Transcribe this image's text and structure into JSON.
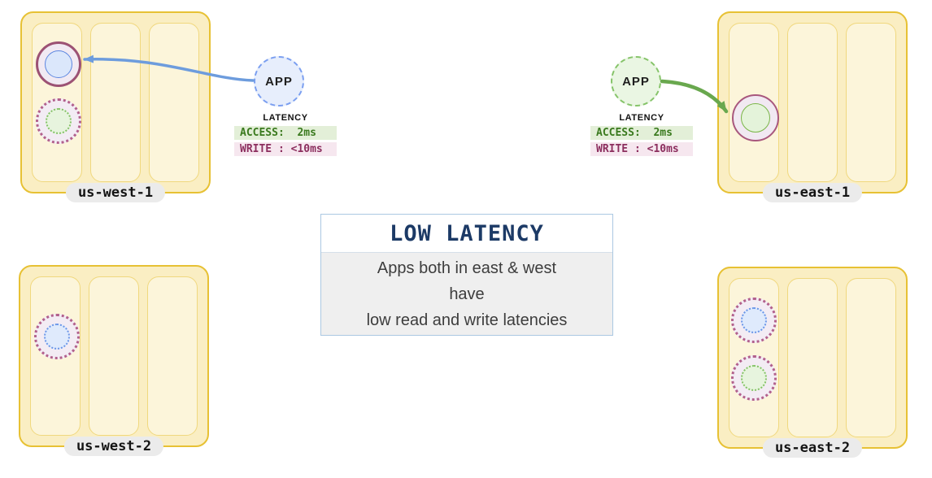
{
  "regions": {
    "us_west_1": {
      "label": "us-west-1"
    },
    "us_west_2": {
      "label": "us-west-2"
    },
    "us_east_1": {
      "label": "us-east-1"
    },
    "us_east_2": {
      "label": "us-east-2"
    }
  },
  "apps": {
    "west": {
      "label": "APP"
    },
    "east": {
      "label": "APP"
    }
  },
  "latency": {
    "west": {
      "title": "LATENCY",
      "access": "ACCESS:  2ms",
      "write": "WRITE : <10ms"
    },
    "east": {
      "title": "LATENCY",
      "access": "ACCESS:  2ms",
      "write": "WRITE : <10ms"
    }
  },
  "callout": {
    "title": "LOW LATENCY",
    "lines": [
      "Apps both in east & west",
      "have",
      "low read and write latencies"
    ]
  },
  "colors": {
    "region_fill": "#faeec3",
    "region_border": "#e7c134",
    "arrow_blue": "#6d9cdd",
    "arrow_green": "#69a84e",
    "access_text": "#3a7a1e",
    "access_bg": "#e3efd8",
    "write_text": "#8c2e5e",
    "write_bg": "#f6e7ef",
    "callout_title": "#1c3a66",
    "ring_maroon": "#9c5274"
  }
}
